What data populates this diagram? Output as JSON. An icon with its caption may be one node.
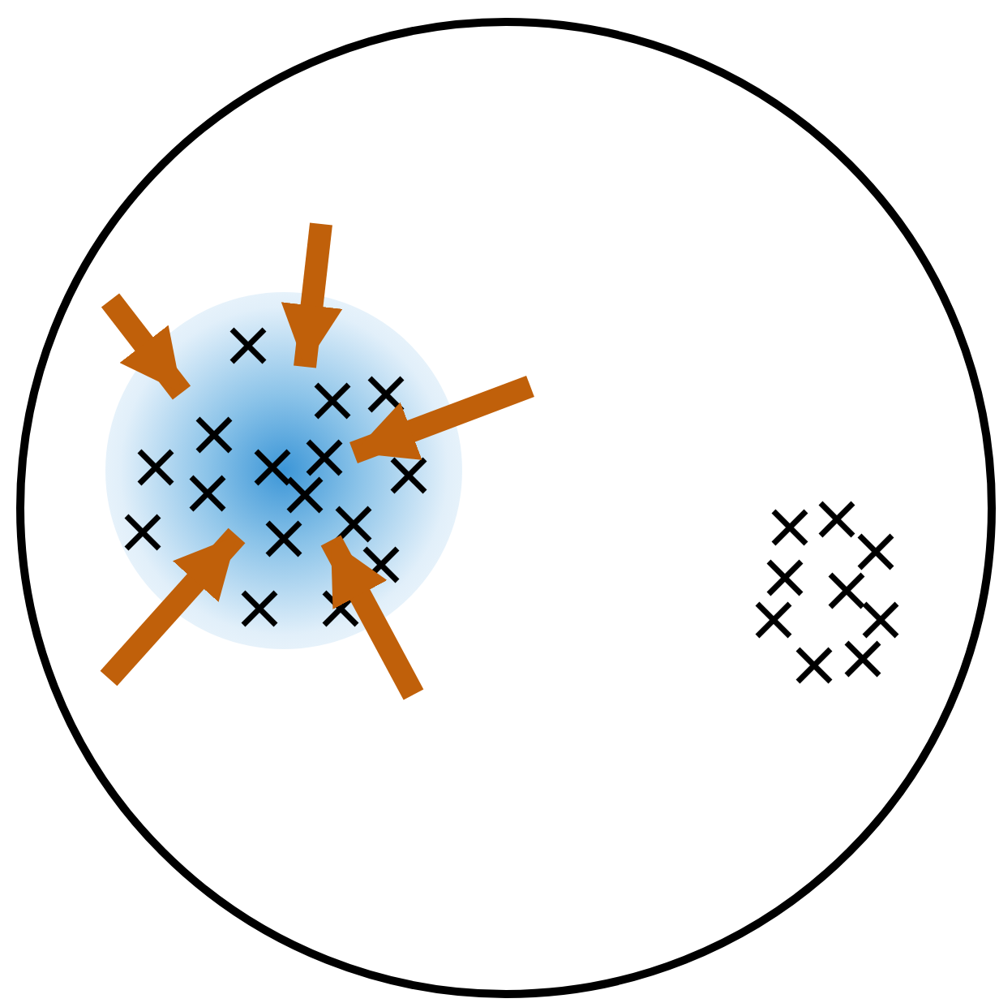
{
  "diagram": {
    "nodes": [
      {
        "text": [],
        "shape": "circle"
      },
      {
        "text": [],
        "shape": "cloud",
        "in": 0
      },
      {
        "text": [],
        "shape": "picture",
        "in": 0
      }
    ],
    "edges": [
      {
        "from": null,
        "to": 1,
        "arrow": "to"
      },
      {
        "from": null,
        "to": 1,
        "arrow": "to"
      },
      {
        "from": null,
        "to": 1,
        "arrow": "to"
      },
      {
        "from": null,
        "to": 1,
        "arrow": "to"
      },
      {
        "from": null,
        "to": 1,
        "arrow": "to"
      }
    ]
  }
}
